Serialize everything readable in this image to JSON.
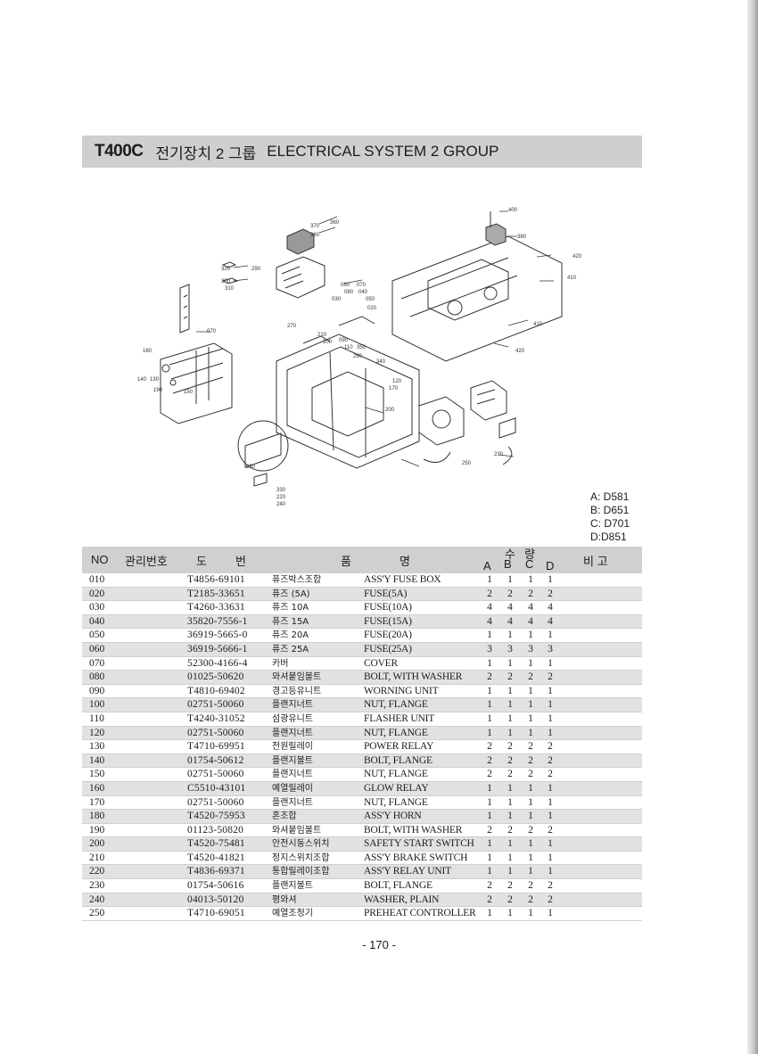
{
  "title": {
    "model": "T400C",
    "korean": "전기장치 2 그룹",
    "english": "ELECTRICAL SYSTEM 2 GROUP"
  },
  "diagram_callouts": [
    "400",
    "380",
    "420",
    "410",
    "410",
    "420",
    "370",
    "380",
    "360",
    "320",
    "290",
    "300",
    "310",
    "060",
    "070",
    "080",
    "040",
    "050",
    "020",
    "030",
    "070",
    "270",
    "210",
    "100",
    "090",
    "110",
    "350",
    "260",
    "340",
    "120",
    "170",
    "160",
    "140",
    "130",
    "190",
    "150",
    "200",
    "250",
    "230",
    "330",
    "220",
    "240",
    "230"
  ],
  "variants": [
    "A: D581",
    "B: D651",
    "C: D701",
    "D:D851"
  ],
  "header": {
    "no": "NO",
    "mgmt_no": "관리번호",
    "drawing_1": "도",
    "drawing_2": "번",
    "name_1": "품",
    "name_2": "명",
    "qty_1": "수",
    "qty_2": "량",
    "col_a": "A",
    "col_b": "B",
    "col_c": "C",
    "col_d": "D",
    "remarks": "비  고"
  },
  "rows": [
    {
      "no": "010",
      "part": "T4856-69101",
      "ko": "퓨즈박스조합",
      "en": "ASS'Y FUSE BOX",
      "a": "1",
      "b": "1",
      "c": "1",
      "d": "1"
    },
    {
      "no": "020",
      "part": "T2185-33651",
      "ko": "퓨즈 (5A)",
      "en": "FUSE(5A)",
      "a": "2",
      "b": "2",
      "c": "2",
      "d": "2"
    },
    {
      "no": "030",
      "part": "T4260-33631",
      "ko": "퓨즈 10A",
      "en": "FUSE(10A)",
      "a": "4",
      "b": "4",
      "c": "4",
      "d": "4"
    },
    {
      "no": "040",
      "part": "35820-7556-1",
      "ko": "퓨즈 15A",
      "en": "FUSE(15A)",
      "a": "4",
      "b": "4",
      "c": "4",
      "d": "4"
    },
    {
      "no": "050",
      "part": "36919-5665-0",
      "ko": "퓨즈 20A",
      "en": "FUSE(20A)",
      "a": "1",
      "b": "1",
      "c": "1",
      "d": "1"
    },
    {
      "no": "060",
      "part": "36919-5666-1",
      "ko": "퓨즈 25A",
      "en": "FUSE(25A)",
      "a": "3",
      "b": "3",
      "c": "3",
      "d": "3"
    },
    {
      "no": "070",
      "part": "52300-4166-4",
      "ko": "카버",
      "en": "COVER",
      "a": "1",
      "b": "1",
      "c": "1",
      "d": "1"
    },
    {
      "no": "080",
      "part": "01025-50620",
      "ko": "와셔붙임볼트",
      "en": "BOLT, WITH WASHER",
      "a": "2",
      "b": "2",
      "c": "2",
      "d": "2"
    },
    {
      "no": "090",
      "part": "T4810-69402",
      "ko": "경고등유니트",
      "en": "WORNING UNIT",
      "a": "1",
      "b": "1",
      "c": "1",
      "d": "1"
    },
    {
      "no": "100",
      "part": "02751-50060",
      "ko": "플랜지너트",
      "en": "NUT, FLANGE",
      "a": "1",
      "b": "1",
      "c": "1",
      "d": "1"
    },
    {
      "no": "110",
      "part": "T4240-31052",
      "ko": "섬광유니트",
      "en": "FLASHER UNIT",
      "a": "1",
      "b": "1",
      "c": "1",
      "d": "1"
    },
    {
      "no": "120",
      "part": "02751-50060",
      "ko": "플랜지너트",
      "en": "NUT, FLANGE",
      "a": "1",
      "b": "1",
      "c": "1",
      "d": "1"
    },
    {
      "no": "130",
      "part": "T4710-69951",
      "ko": "전원릴레이",
      "en": "POWER RELAY",
      "a": "2",
      "b": "2",
      "c": "2",
      "d": "2"
    },
    {
      "no": "140",
      "part": "01754-50612",
      "ko": "플랜지볼트",
      "en": "BOLT, FLANGE",
      "a": "2",
      "b": "2",
      "c": "2",
      "d": "2"
    },
    {
      "no": "150",
      "part": "02751-50060",
      "ko": "플랜지너트",
      "en": "NUT, FLANGE",
      "a": "2",
      "b": "2",
      "c": "2",
      "d": "2"
    },
    {
      "no": "160",
      "part": "C5510-43101",
      "ko": "예열릴레이",
      "en": "GLOW RELAY",
      "a": "1",
      "b": "1",
      "c": "1",
      "d": "1"
    },
    {
      "no": "170",
      "part": "02751-50060",
      "ko": "플랜지너트",
      "en": "NUT, FLANGE",
      "a": "1",
      "b": "1",
      "c": "1",
      "d": "1"
    },
    {
      "no": "180",
      "part": "T4520-75953",
      "ko": "혼조합",
      "en": "ASS'Y HORN",
      "a": "1",
      "b": "1",
      "c": "1",
      "d": "1"
    },
    {
      "no": "190",
      "part": "01123-50820",
      "ko": "와셔붙임볼트",
      "en": "BOLT, WITH WASHER",
      "a": "2",
      "b": "2",
      "c": "2",
      "d": "2"
    },
    {
      "no": "200",
      "part": "T4520-75481",
      "ko": "안전시동스위치",
      "en": "SAFETY START SWITCH",
      "a": "1",
      "b": "1",
      "c": "1",
      "d": "1"
    },
    {
      "no": "210",
      "part": "T4520-41821",
      "ko": "정지스위치조합",
      "en": "ASS'Y BRAKE SWITCH",
      "a": "1",
      "b": "1",
      "c": "1",
      "d": "1"
    },
    {
      "no": "220",
      "part": "T4836-69371",
      "ko": "통합릴레이조합",
      "en": "ASS'Y RELAY UNIT",
      "a": "1",
      "b": "1",
      "c": "1",
      "d": "1"
    },
    {
      "no": "230",
      "part": "01754-50616",
      "ko": "플랜지볼트",
      "en": "BOLT, FLANGE",
      "a": "2",
      "b": "2",
      "c": "2",
      "d": "2"
    },
    {
      "no": "240",
      "part": "04013-50120",
      "ko": "평와셔",
      "en": "WASHER, PLAIN",
      "a": "2",
      "b": "2",
      "c": "2",
      "d": "2"
    },
    {
      "no": "250",
      "part": "T4710-69051",
      "ko": "예열조정기",
      "en": "PREHEAT CONTROLLER",
      "a": "1",
      "b": "1",
      "c": "1",
      "d": "1"
    }
  ],
  "page_number": "- 170 -"
}
